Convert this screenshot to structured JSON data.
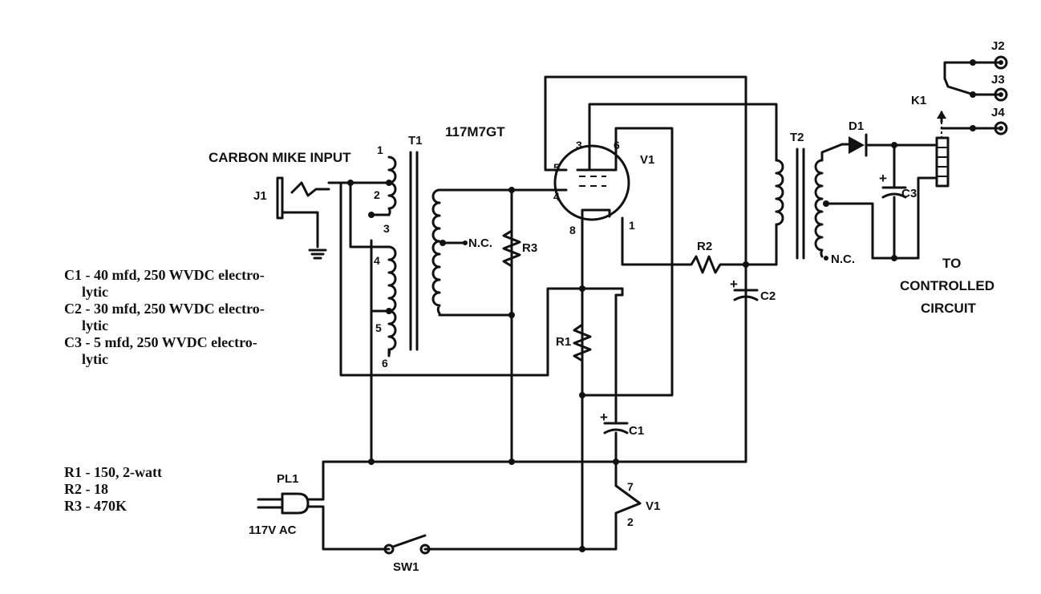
{
  "labels": {
    "mic_input": "CARBON MIKE INPUT",
    "tube_type": "117M7GT",
    "j1": "J1",
    "t1": "T1",
    "t2": "T2",
    "v1_top": "V1",
    "v1_heater": "V1",
    "r1": "R1",
    "r2": "R2",
    "r3": "R3",
    "c1": "C1",
    "c2": "C2",
    "c3": "C3",
    "d1": "D1",
    "k1": "K1",
    "j2": "J2",
    "j3": "J3",
    "j4": "J4",
    "pl1": "PL1",
    "sw1": "SW1",
    "ac": "117V AC",
    "nc1": "N.C.",
    "nc2": "N.C.",
    "controlled_1": "TO",
    "controlled_2": "CONTROLLED",
    "controlled_3": "CIRCUIT",
    "t1_pins": [
      "1",
      "2",
      "3",
      "4",
      "5",
      "6"
    ],
    "tube_pins": [
      "3",
      "6",
      "5",
      "4",
      "8",
      "1"
    ],
    "heater_pins": [
      "7",
      "2"
    ],
    "plus_c1": "+",
    "plus_c2": "+",
    "plus_c3": "+"
  },
  "parts_list": {
    "c1_a": "C1 - 40 mfd, 250 WVDC electro-",
    "c1_b": "lytic",
    "c2_a": "C2 - 30 mfd, 250 WVDC electro-",
    "c2_b": "lytic",
    "c3_a": "C3 - 5 mfd, 250 WVDC electro-",
    "c3_b": "lytic",
    "r1": "R1 - 150, 2-watt",
    "r2": "R2 - 18",
    "r3": "R3 - 470K"
  }
}
